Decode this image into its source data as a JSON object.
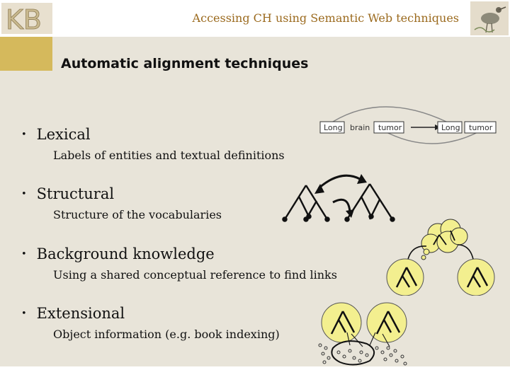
{
  "header": {
    "logo_text": "KB",
    "title": "Accessing CH using Semantic Web techniques"
  },
  "slide": {
    "title": "Automatic alignment techniques",
    "bullets": [
      {
        "label": "Lexical",
        "sub": "Labels of entities and textual definitions"
      },
      {
        "label": "Structural",
        "sub": "Structure of the vocabularies"
      },
      {
        "label": "Background knowledge",
        "sub": "Using a shared conceptual reference to find links"
      },
      {
        "label": "Extensional",
        "sub": "Object information (e.g. book indexing)"
      }
    ]
  },
  "lexical_diagram": {
    "left_words": [
      "Long",
      "brain",
      "tumor"
    ],
    "right_words": [
      "Long",
      "tumor"
    ]
  },
  "colors": {
    "header_text": "#9b6a1e",
    "content_bg": "#e8e4d9",
    "accent": "#d4ba58",
    "tree_fill": "#f3ef8f"
  }
}
